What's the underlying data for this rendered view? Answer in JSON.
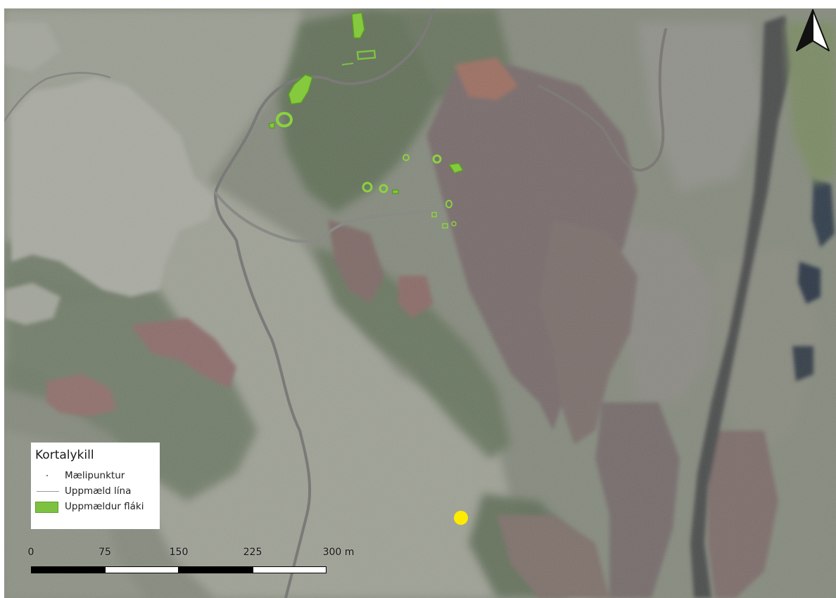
{
  "legend": {
    "title": "Kortalykill",
    "items": [
      {
        "label": "Mælipunktur",
        "symbol": "point"
      },
      {
        "label": "Uppmæld lína",
        "symbol": "line"
      },
      {
        "label": "Uppmældur fláki",
        "symbol": "polygon"
      }
    ]
  },
  "scalebar": {
    "labels": [
      "0",
      "75",
      "150",
      "225",
      "300 m"
    ]
  },
  "north_arrow": {
    "icon": "north-arrow-icon"
  },
  "colors": {
    "surveyed_area": "#7cc240",
    "marker": "#ffeb00",
    "road": "#8a8a8a"
  },
  "markers": [
    {
      "icon": "yellow-circle-marker",
      "color": "#ffeb00"
    }
  ]
}
